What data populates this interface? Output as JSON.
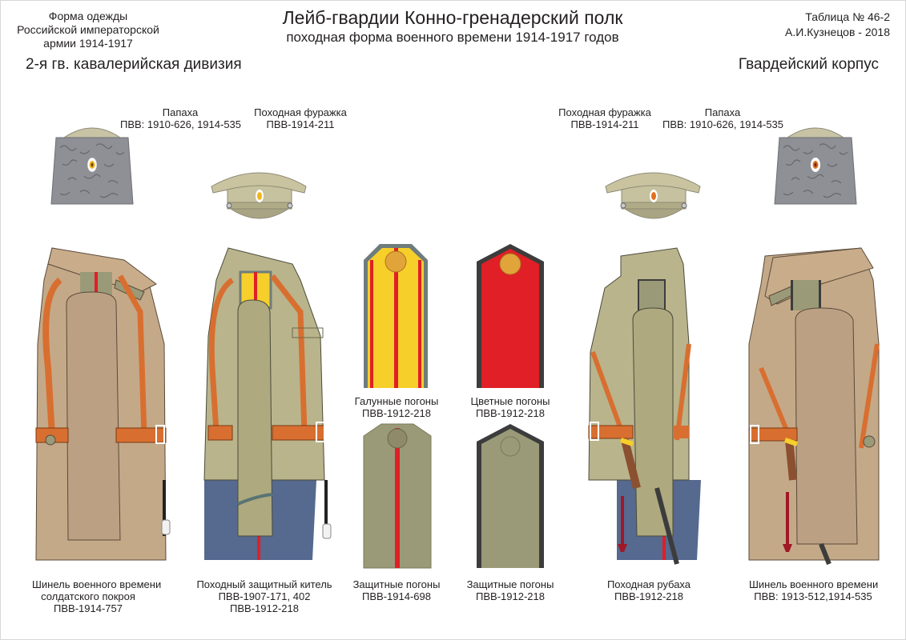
{
  "header": {
    "left_lines": [
      "Форма одежды",
      "Российской императорской",
      "армии  1914-1917"
    ],
    "title": "Лейб-гвардии Конно-гренадерский полк",
    "subtitle": "походная форма военного времени 1914-1917 годов",
    "table_number": "Таблица № 46-2",
    "author": "А.И.Кузнецов - 2018"
  },
  "division": "2-я гв. кавалерийская дивизия",
  "corps": "Гвардейский корпус",
  "headgear": [
    {
      "id": "papakha-left",
      "lines": [
        "Папаха",
        "ПВВ: 1910-626, 1914-535"
      ]
    },
    {
      "id": "furazhka-left",
      "lines": [
        "Походная фуражка",
        "ПВВ-1914-211"
      ]
    },
    {
      "id": "furazhka-right",
      "lines": [
        "Походная фуражка",
        "ПВВ-1914-211"
      ]
    },
    {
      "id": "papakha-right",
      "lines": [
        "Папаха",
        "ПВВ: 1910-626, 1914-535"
      ]
    }
  ],
  "shoulder_boards": [
    {
      "id": "galun",
      "lines": [
        "Галунные погоны",
        "ПВВ-1912-218"
      ]
    },
    {
      "id": "colored",
      "lines": [
        "Цветные погоны",
        "ПВВ-1912-218"
      ]
    },
    {
      "id": "field-1914",
      "lines": [
        "Защитные погоны",
        "ПВВ-1914-698"
      ]
    },
    {
      "id": "field-1912",
      "lines": [
        "Защитные  погоны",
        "ПВВ-1912-218"
      ]
    }
  ],
  "uniforms": [
    {
      "id": "greatcoat-left",
      "lines": [
        "Шинель военного времени",
        "солдатского покроя",
        "ПВВ-1914-757"
      ]
    },
    {
      "id": "tunic",
      "lines": [
        "Походный защитный китель",
        "ПВВ-1907-171, 402",
        "ПВВ-1912-218"
      ]
    },
    {
      "id": "shirt",
      "lines": [
        "Походная рубаха",
        "ПВВ-1912-218"
      ]
    },
    {
      "id": "greatcoat-right",
      "lines": [
        "Шинель военного времени",
        "ПВВ: 1913-512,1914-535"
      ]
    }
  ],
  "colors": {
    "khaki": "#b9b48c",
    "greatcoat": "#c4a988",
    "strap": "#d86f30",
    "trousers": "#56698f",
    "red": "#e01f26",
    "gold": "#f7cf2a",
    "fur": "#8e9096",
    "field_board": "#9a9a78",
    "dark_edge": "#3c3c3c"
  }
}
